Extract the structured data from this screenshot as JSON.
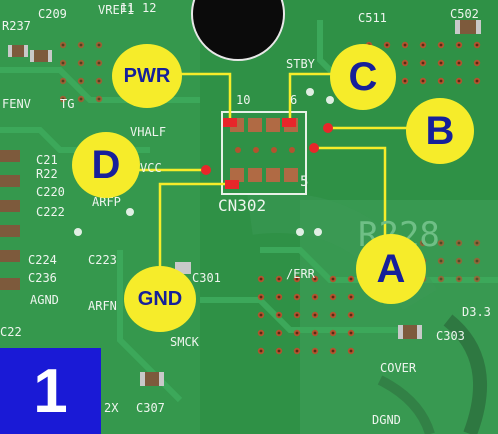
{
  "colors": {
    "board": "#2f9146",
    "trace": "#3ca85a",
    "marker": "#f6ec2a",
    "marker_text": "#16209a",
    "badge": "#1a1ad6",
    "test_point": "#e8262a"
  },
  "markers": {
    "pwr": "PWR",
    "c": "C",
    "b": "B",
    "d": "D",
    "a": "A",
    "gnd": "GND"
  },
  "step_badge": "1",
  "silkscreen": {
    "c209": "C209",
    "r237": "R237",
    "vref1": "VREF1",
    "num11": "11",
    "num12": "12",
    "c511": "C511",
    "c502": "C502",
    "fenv": "FENV",
    "tg": "TG",
    "stby": "STBY",
    "vhalf": "VHALF",
    "pin10": "10",
    "pin6": "6",
    "c21": "C21",
    "r22": "R22",
    "c220": "C220",
    "c222": "C222",
    "vcc": "VCC",
    "arfp": "ARFP",
    "cn302": "CN302",
    "pin5": "5",
    "r228": "R228",
    "c224": "C224",
    "c223": "C223",
    "c236": "C236",
    "agnd": "AGND",
    "arfn": "ARFN",
    "c301": "C301",
    "err": "/ERR",
    "d3": "D3.3",
    "c303": "C303",
    "smck": "SMCK",
    "cover": "COVER",
    "c22": "C22",
    "c307": "C307",
    "x2": "2X",
    "dgnd": "DGND"
  }
}
